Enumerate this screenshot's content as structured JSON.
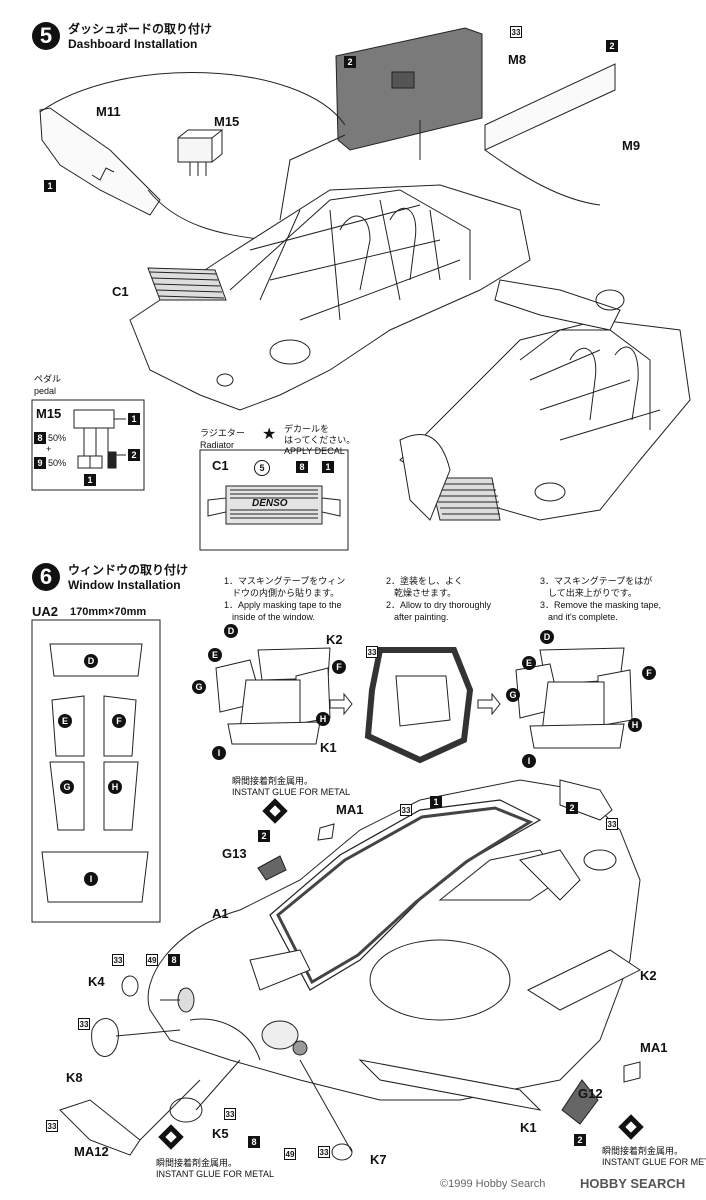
{
  "step5": {
    "number": "5",
    "title_jp": "ダッシュボードの取り付け",
    "title_en": "Dashboard Installation",
    "parts": {
      "m11": "M11",
      "m15": "M15",
      "m8": "M8",
      "m9": "M9",
      "c1": "C1",
      "n33": "33",
      "n2a": "2",
      "n2b": "2",
      "n1": "1"
    },
    "pedal": {
      "jp": "ペダル",
      "en": "pedal",
      "part": "M15",
      "c1": "1",
      "c8": "8",
      "c8_pct": "50%",
      "plus": "+",
      "c9": "9",
      "c9_pct": "50%",
      "c2": "2",
      "c1b": "1"
    },
    "radiator": {
      "jp": "ラジエター",
      "en": "Radiator",
      "part": "C1",
      "decal_no": "5",
      "c8": "8",
      "c1": "1",
      "decal_jp_1": "デカールを",
      "decal_jp_2": "はってください。",
      "decal_en": "APPLY DECAL",
      "brand": "DENSO"
    }
  },
  "step6": {
    "number": "6",
    "title_jp": "ウィンドウの取り付け",
    "title_en": "Window Installation",
    "ua2": {
      "label": "UA2",
      "size": "170mm×70mm",
      "d": "D",
      "e": "E",
      "f": "F",
      "g": "G",
      "h": "H",
      "i": "I"
    },
    "instructions": [
      {
        "jp1": "1．マスキングテープをウィン",
        "jp2": "ドウの内側から貼ります。",
        "en1": "1．Apply masking tape to the",
        "en2": "inside of the window."
      },
      {
        "jp1": "2．塗装をし、よく",
        "jp2": "乾燥させます。",
        "en1": "2．Allow to dry thoroughly",
        "en2": "after painting."
      },
      {
        "jp1": "3．マスキングテープをはが",
        "jp2": "して出来上がりです。",
        "en1": "3．Remove the masking tape,",
        "en2": "and it's complete."
      }
    ],
    "windows": {
      "d": "D",
      "e": "E",
      "f": "F",
      "g": "G",
      "h": "H",
      "i": "I",
      "k1": "K1",
      "k2": "K2",
      "n33": "33"
    },
    "body": {
      "ma1a": "MA1",
      "ma1b": "MA1",
      "g13": "G13",
      "g12": "G12",
      "a1": "A1",
      "k2": "K2",
      "k1": "K1",
      "k4": "K4",
      "k5": "K5",
      "k7": "K7",
      "k8": "K8",
      "ma12": "MA12",
      "n1": "1",
      "n2a": "2",
      "n2b": "2",
      "n2c": "2",
      "n33": "33",
      "n49": "49",
      "n8": "8",
      "glue_jp": "瞬間接着剤金属用。",
      "glue_en": "INSTANT GLUE FOR METAL"
    }
  },
  "footer": {
    "brand": "©1999 Hobby Search",
    "site": "HOBBY SEARCH"
  }
}
